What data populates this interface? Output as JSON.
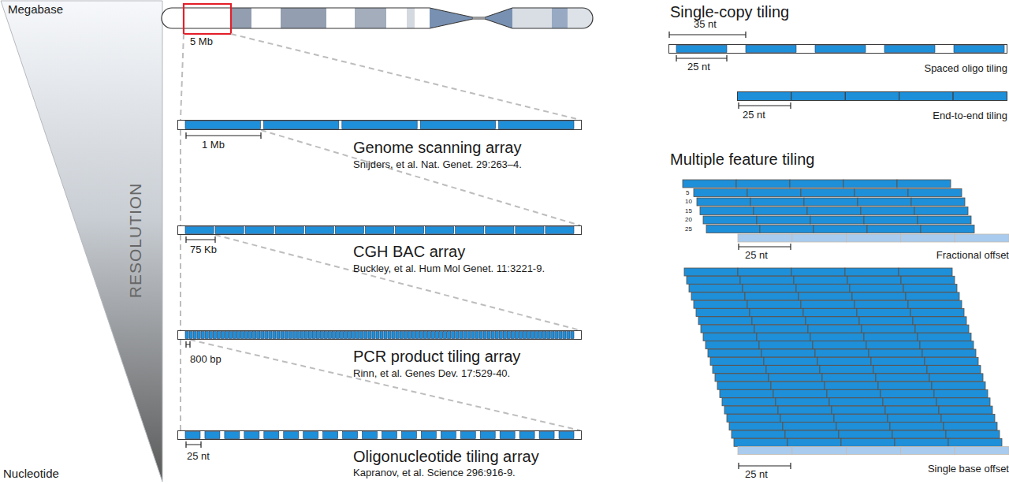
{
  "diagram": {
    "nodes": [
      {
        "text": [
          "Genome scanning array",
          "Snijders, et al. Nat. Genet. 29:263–4."
        ]
      },
      {
        "text": [
          "CGH BAC array",
          "Buckley, et al. Hum Mol Genet. 11:3221-9."
        ]
      },
      {
        "text": [
          "PCR product tiling array",
          "Rinn, et al. Genes Dev. 17:529-40."
        ]
      },
      {
        "text": [
          "Oligonucleotide tiling array",
          "Kapranov, et al. Science 296:916-9."
        ]
      },
      {
        "text": [
          "Spaced oligo tiling"
        ]
      },
      {
        "text": [
          "End-to-end tiling"
        ]
      },
      {
        "text": [
          "Fractional offset"
        ]
      },
      {
        "text": [
          "Single base offset"
        ]
      }
    ],
    "edges": [
      {
        "from": 0,
        "to": 1,
        "arrow": "none"
      },
      {
        "from": 0,
        "to": 1,
        "arrow": "none"
      },
      {
        "from": 1,
        "to": 2,
        "arrow": "none"
      },
      {
        "from": 1,
        "to": 2,
        "arrow": "none"
      },
      {
        "from": 2,
        "to": 3,
        "arrow": "none"
      },
      {
        "from": 2,
        "to": 3,
        "arrow": "none"
      }
    ],
    "labels": [
      "Megabase",
      "RESOLUTION",
      "Nucleotide",
      "5 Mb",
      "1 Mb",
      "75 Kb",
      "800 bp",
      "25 nt",
      "Single-copy tiling",
      "35 nt",
      "25 nt",
      "25 nt",
      "Multiple feature tiling",
      "5",
      "10",
      "15",
      "20",
      "25",
      "25 nt",
      "25 nt"
    ]
  }
}
